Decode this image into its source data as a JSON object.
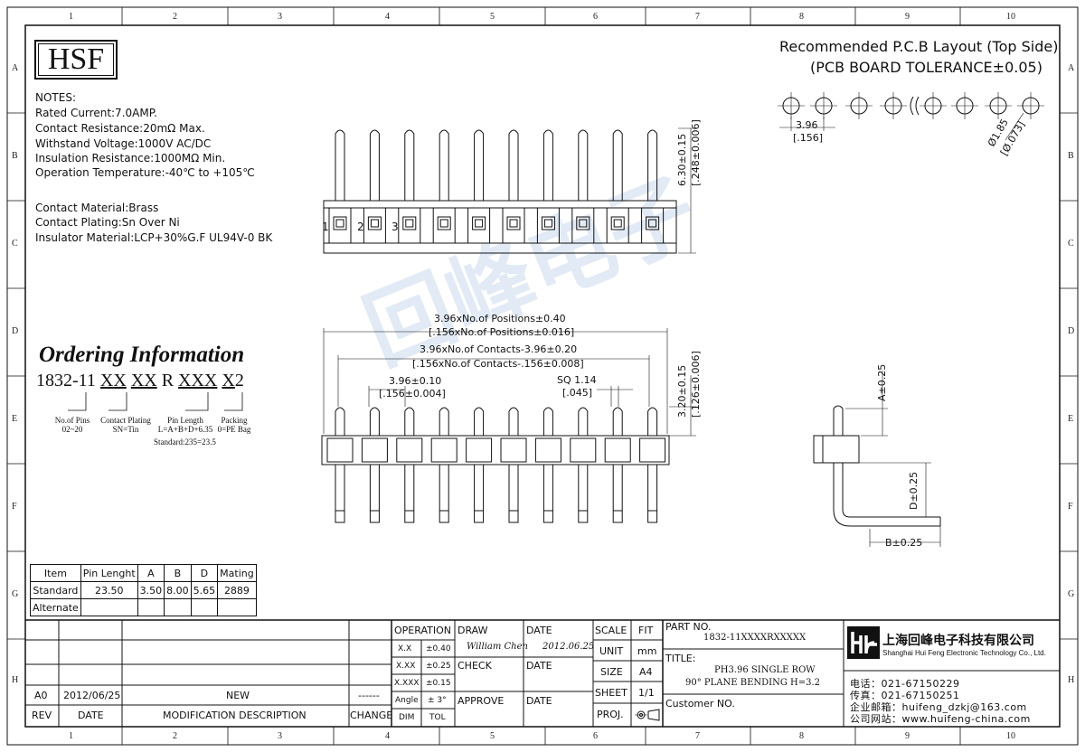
{
  "grid": {
    "cols": [
      "1",
      "2",
      "3",
      "4",
      "5",
      "6",
      "7",
      "8",
      "9",
      "10"
    ],
    "rows": [
      "A",
      "B",
      "C",
      "D",
      "E",
      "F",
      "G",
      "H"
    ]
  },
  "logo": "HSF",
  "pcb": {
    "title_line1": "Recommended P.C.B Layout (Top Side)",
    "title_line2": "(PCB BOARD TOLERANCE±0.05)",
    "pitch": "3.96",
    "pitch_in": "[.156]",
    "hole": "Ø1.85",
    "hole_in": "[Ø.073]"
  },
  "notes": {
    "heading": "NOTES:",
    "lines": [
      "Rated Current:7.0AMP.",
      "Contact Resistance:20mΩ Max.",
      "Withstand Voltage:1000V AC/DC",
      "Insulation Resistance:1000MΩ Min.",
      "Operation Temperature:-40℃ to +105℃"
    ],
    "material_lines": [
      "Contact Material:Brass",
      "Contact Plating:Sn Over Ni",
      "Insulator Material:LCP+30%G.F UL94V-0 BK"
    ]
  },
  "top_view": {
    "pin_numbers": [
      "1",
      "2",
      "3"
    ],
    "height_dim": "6.30±0.15",
    "height_dim_in": "[.248±0.006]"
  },
  "front_view": {
    "dim_positions": "3.96xNo.of Positions±0.40",
    "dim_positions_in": "[.156xNo.of Positions±0.016]",
    "dim_contacts": "3.96xNo.of Contacts-3.96±0.20",
    "dim_contacts_in": "[.156xNo.of Contacts-.156±0.008]",
    "dim_pitch": "3.96±0.10",
    "dim_pitch_in": "[.156±0.004]",
    "dim_sq": "SQ 1.14",
    "dim_sq_in": "[.045]",
    "dim_height": "3.20±0.15",
    "dim_height_in": "[.126±0.006]"
  },
  "side_view": {
    "dim_a": "A±0.25",
    "dim_d": "D±0.25",
    "dim_b": "B±0.25"
  },
  "watermark": "回峰电子",
  "ordering": {
    "title": "Ordering Information",
    "part_prefix": "1832-11",
    "part_code": [
      "XX",
      "XX",
      "R",
      "XXX",
      "X",
      "2"
    ],
    "legend": [
      {
        "label": "No.of Pins",
        "value": "02~20"
      },
      {
        "label": "Contact Plating",
        "value": "SN=Tin"
      },
      {
        "label": "Pin Length",
        "value": "L=A+B+D+6.35"
      },
      {
        "label": "Packing",
        "value": "0=PE Bag"
      }
    ],
    "standard_note": "Standard:235=23.5"
  },
  "pin_table": {
    "headers": [
      "Item",
      "Pin Lenght",
      "A",
      "B",
      "D",
      "Mating"
    ],
    "rows": [
      [
        "Standard",
        "23.50",
        "3.50",
        "8.00",
        "5.65",
        "2889"
      ],
      [
        "Alternate",
        "",
        "",
        "",
        "",
        ""
      ]
    ]
  },
  "revision": {
    "rev": "A0",
    "date": "2012/06/25",
    "description": "NEW",
    "change": "------",
    "headers": [
      "REV",
      "DATE",
      "MODIFICATION  DESCRIPTION",
      "CHANGE"
    ]
  },
  "tolerance": {
    "heading": "OPERATION",
    "rows": [
      [
        "X.X",
        "±0.40"
      ],
      [
        "X.XX",
        "±0.25"
      ],
      [
        "X.XXX",
        "±0.15"
      ],
      [
        "Angle",
        "± 3°"
      ]
    ],
    "footer": [
      "DIM",
      "TOL"
    ]
  },
  "approvals": {
    "draw": "DRAW",
    "draw_name": "William Chen",
    "check": "CHECK",
    "approve": "APPROVE",
    "date_label": "DATE",
    "draw_date": "2012.06.25"
  },
  "scale_block": {
    "scale": "SCALE",
    "fit": "FIT",
    "unit": "UNIT",
    "unit_val": "mm",
    "size": "SIZE",
    "size_val": "A4",
    "sheet": "SHEET",
    "sheet_val": "1/1",
    "proj": "PROJ."
  },
  "part": {
    "label": "PART NO.",
    "number": "1832-11XXXXRXXXXX",
    "title_label": "TITLE:",
    "title_line1": "PH3.96 SINGLE ROW",
    "title_line2": "90° PLANE BENDING H=3.2",
    "customer_label": "Customer NO."
  },
  "company": {
    "name_cn": "上海回峰电子科技有限公司",
    "name_en": "Shanghai Hui Feng Electronic Technology Co., Ltd.",
    "tel": "电话：021-67150229",
    "fax": "传真：021-67150251",
    "email": "企业邮箱：huifeng_dzkj@163.com",
    "web": "公司网站：www.huifeng-china.com"
  }
}
